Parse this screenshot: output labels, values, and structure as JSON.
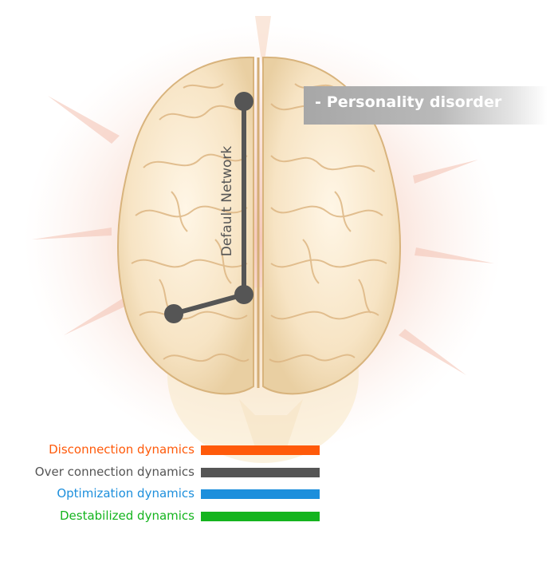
{
  "diagram": {
    "network_label": "Default Network",
    "banner_text": "- Personality disorder",
    "colors": {
      "network_line": "#555555",
      "banner": "#b0b0b0"
    }
  },
  "legend": [
    {
      "label": "Disconnection dynamics",
      "color": "#ff5a0a"
    },
    {
      "label": "Over connection dynamics",
      "color": "#555555"
    },
    {
      "label": "Optimization dynamics",
      "color": "#1d8fdc"
    },
    {
      "label": "Destabilized dynamics",
      "color": "#14b41e"
    }
  ]
}
